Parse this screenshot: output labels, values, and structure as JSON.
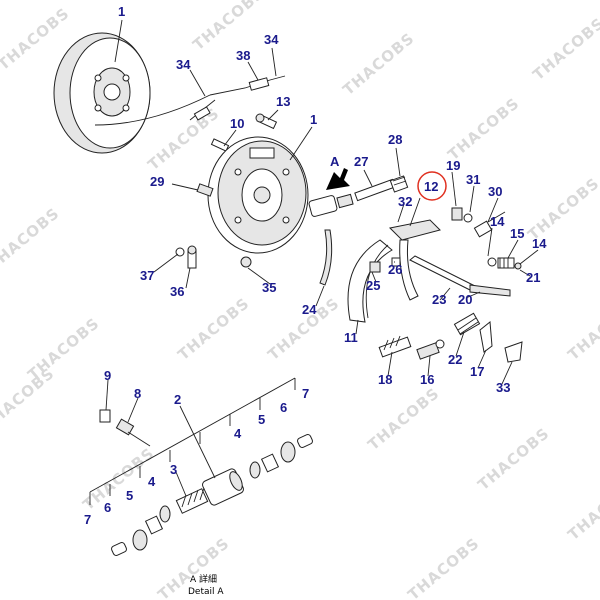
{
  "watermark": "THACOBS",
  "callouts": [
    "1",
    "34",
    "38",
    "34",
    "13",
    "1",
    "10",
    "27",
    "28",
    "19",
    "31",
    "30",
    "12",
    "29",
    "32",
    "14",
    "15",
    "14",
    "37",
    "26",
    "36",
    "25",
    "35",
    "24",
    "21",
    "23",
    "20",
    "11",
    "22",
    "18",
    "16",
    "17",
    "33",
    "9",
    "8",
    "2",
    "7",
    "6",
    "5",
    "4",
    "3",
    "4",
    "5",
    "6",
    "7"
  ],
  "highlight": {
    "part": "12",
    "color": "#e03020"
  },
  "arrow_label": "A",
  "caption": {
    "line1": "A 詳細",
    "line2": "Detail A"
  }
}
